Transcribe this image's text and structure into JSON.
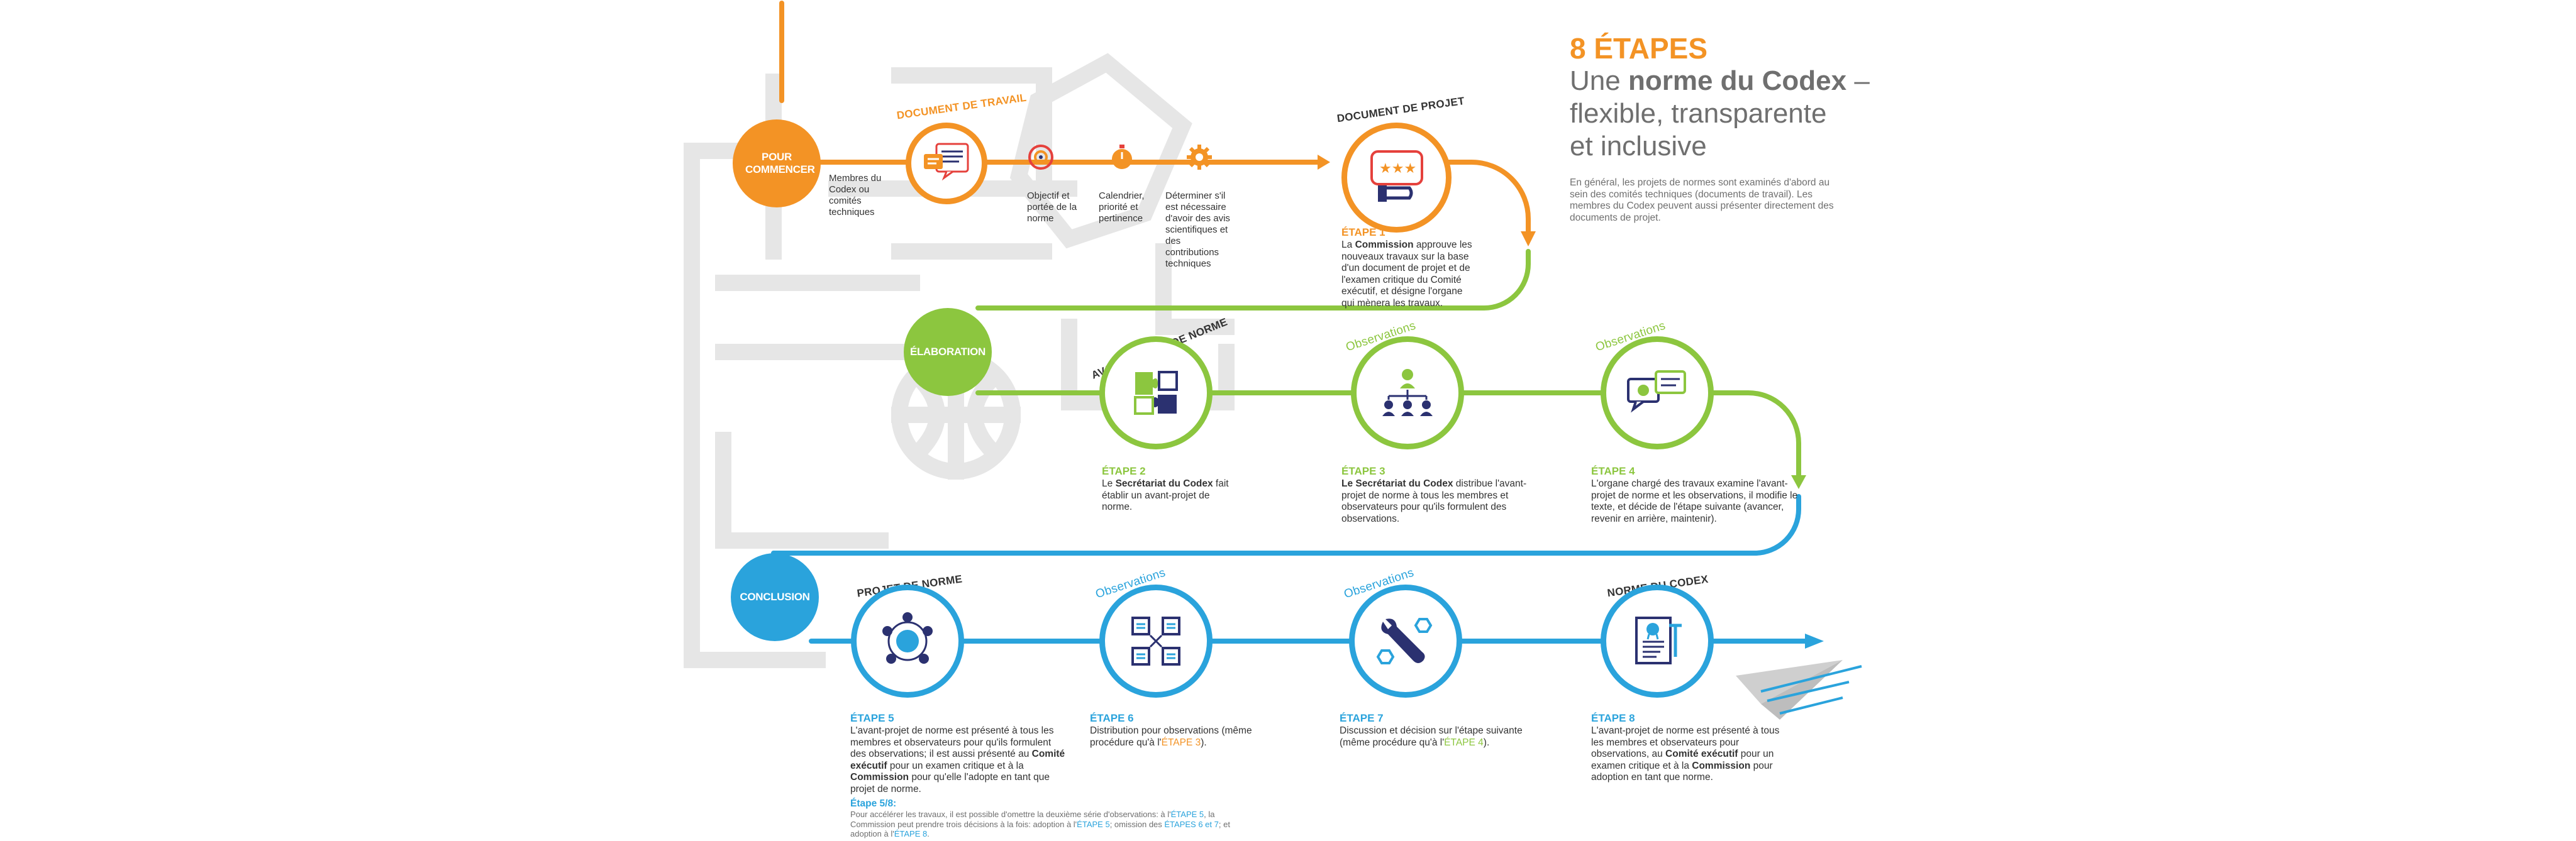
{
  "title": {
    "steps": "8 ÉTAPES",
    "line1_pre": "Une ",
    "line1_bold": "norme du Codex",
    "line1_post": " –",
    "line2": "flexible, transparente",
    "line3": "et inclusive",
    "intro": "En général, les projets de normes sont examinés d'abord au sein des comités techniques (documents de travail). Les membres du Codex peuvent aussi présenter directement des documents de projet."
  },
  "phases": {
    "start": "POUR COMMENCER",
    "elaboration": "ÉLABORATION",
    "conclusion": "CONCLUSION"
  },
  "labels": {
    "working_doc": "DOCUMENT DE TRAVAIL",
    "project_doc": "DOCUMENT DE PROJET",
    "draft_standard": "AVANT-PROJET DE NORME",
    "standard_project": "PROJET DE NORME",
    "codex_standard": "NORME DU CODEX",
    "observations": "Observations"
  },
  "start_notes": {
    "members": "Membres du Codex ou comités techniques",
    "objective": "Objectif et portée de la norme",
    "calendar": "Calendrier, priorité et pertinence",
    "determine": "Déterminer s'il est nécessaire d'avoir des avis scientifiques et des contributions techniques"
  },
  "steps": {
    "s1": {
      "label": "ÉTAPE 1",
      "pre": "La ",
      "bold": "Commission",
      "post": " approuve les nouveaux travaux sur la base d'un document de projet et de l'examen critique du Comité exécutif, et désigne l'organe qui mènera les travaux."
    },
    "s2": {
      "label": "ÉTAPE 2",
      "pre": "Le ",
      "bold": "Secrétariat du Codex",
      "post": " fait établir un avant-projet de norme."
    },
    "s3": {
      "label": "ÉTAPE 3",
      "bold": "Le Secrétariat du Codex",
      "post": " distribue l'avant-projet de norme à tous les membres et observateurs pour qu'ils formulent des observations."
    },
    "s4": {
      "label": "ÉTAPE 4",
      "text": "L'organe chargé des travaux examine l'avant-projet de norme et les observations, il modifie le texte, et décide de l'étape suivante (avancer, revenir en arrière, maintenir)."
    },
    "s5": {
      "label": "ÉTAPE 5",
      "pre": "L'avant-projet de norme est présenté à tous les membres et observateurs pour qu'ils formulent des observations; il est aussi présenté au ",
      "bold1": "Comité exécutif",
      "mid": " pour un examen critique et à la ",
      "bold2": "Commission",
      "post": " pour qu'elle l'adopte en tant que projet de norme."
    },
    "s5b": {
      "label": "Étape 5/8:",
      "t1": "Pour accélérer les travaux, il est possible d'omettre la deuxième série d'observations: à l'",
      "r1": "ÉTAPE 5",
      "t2": ", la Commission peut prendre trois décisions à la fois: adoption à l'",
      "r2": "ÉTAPE 5",
      "t3": "; omission des ",
      "r3": "ÉTAPES 6 et 7",
      "t4": "; et adoption à l'",
      "r4": "ÉTAPE 8",
      "t5": "."
    },
    "s6": {
      "label": "ÉTAPE 6",
      "pre": "Distribution pour observations (même procédure qu'à l'",
      "ref": "ÉTAPE 3",
      "post": ")."
    },
    "s7": {
      "label": "ÉTAPE 7",
      "pre": "Discussion et décision sur l'étape suivante (même procédure qu'à l'",
      "ref": "ÉTAPE 4",
      "post": ")."
    },
    "s8": {
      "label": "ÉTAPE 8",
      "pre": "L'avant-projet de norme est présenté à tous les membres et observateurs pour observations, au ",
      "bold1": "Comité exécutif",
      "mid": " pour un examen critique et à la ",
      "bold2": "Commission",
      "post": " pour adoption en tant que norme."
    }
  },
  "colors": {
    "orange": "#f39325",
    "green": "#8cc63f",
    "blue": "#2aa3dc",
    "grey_bg": "#e6e6e6",
    "title_grey": "#6f6f6f",
    "icon_navy": "#2b3170",
    "icon_red": "#e5413c"
  }
}
